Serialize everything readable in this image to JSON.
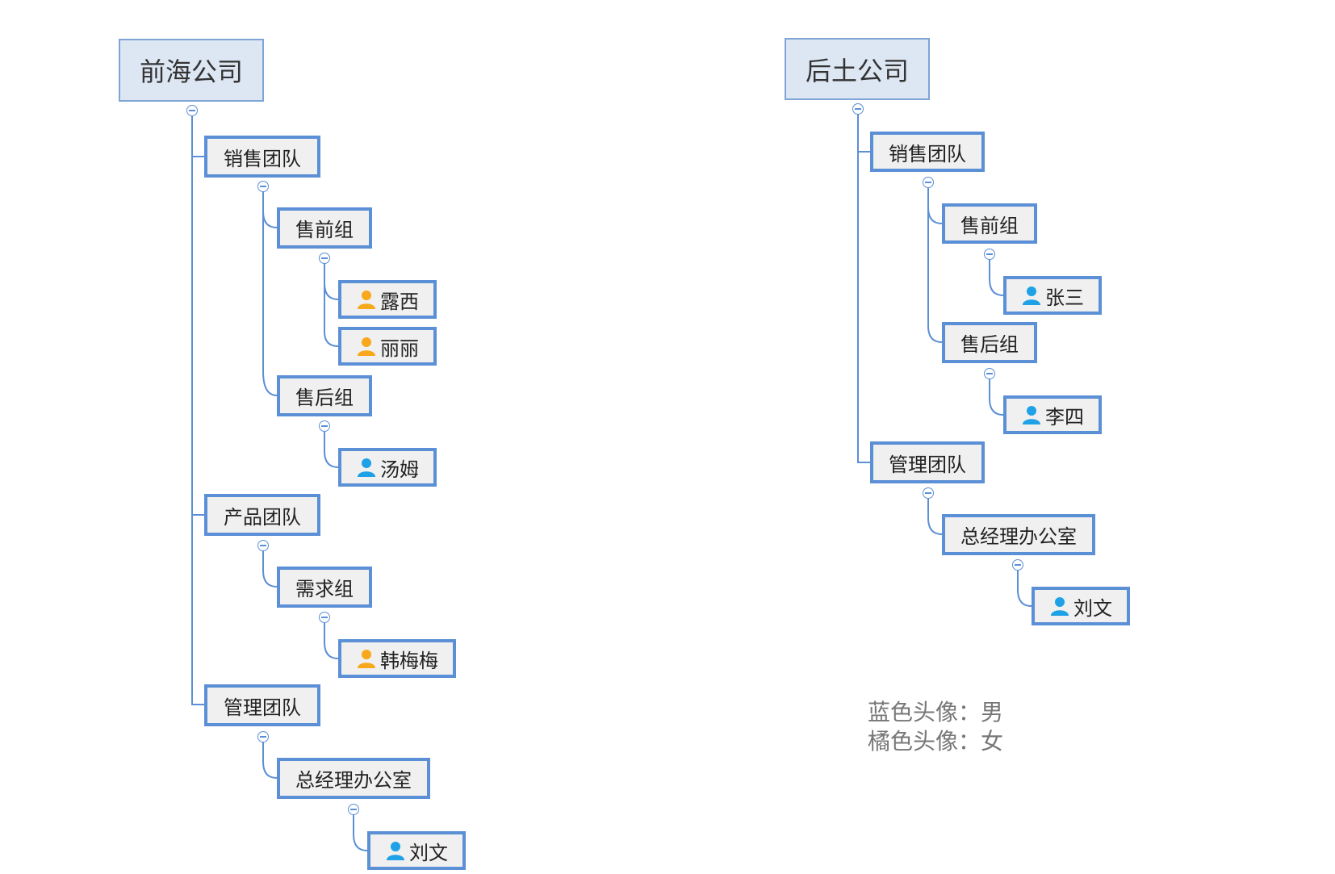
{
  "left_tree": {
    "root": "前海公司",
    "sales_team": "销售团队",
    "presales_group": "售前组",
    "person_luxi": "露西",
    "person_lili": "丽丽",
    "aftersales_group": "售后组",
    "person_tom": "汤姆",
    "product_team": "产品团队",
    "requirements_group": "需求组",
    "person_hanmeimei": "韩梅梅",
    "management_team": "管理团队",
    "gm_office": "总经理办公室",
    "person_liuwen": "刘文"
  },
  "right_tree": {
    "root": "后土公司",
    "sales_team": "销售团队",
    "presales_group": "售前组",
    "person_zhangsan": "张三",
    "aftersales_group": "售后组",
    "person_lisi": "李四",
    "management_team": "管理团队",
    "gm_office": "总经理办公室",
    "person_liuwen": "刘文"
  },
  "legend": {
    "male": "蓝色头像：男",
    "female": "橘色头像：女"
  },
  "colors": {
    "male_avatar": "#1ea1e6",
    "female_avatar": "#f7a81b",
    "node_border": "#5b8fd6",
    "root_fill": "#dde6f3",
    "node_fill": "#f0f0f0",
    "connector": "#5b8fd6"
  },
  "icons": {
    "male": "user-blue-icon",
    "female": "user-orange-icon",
    "toggle": "collapse-minus-icon"
  }
}
